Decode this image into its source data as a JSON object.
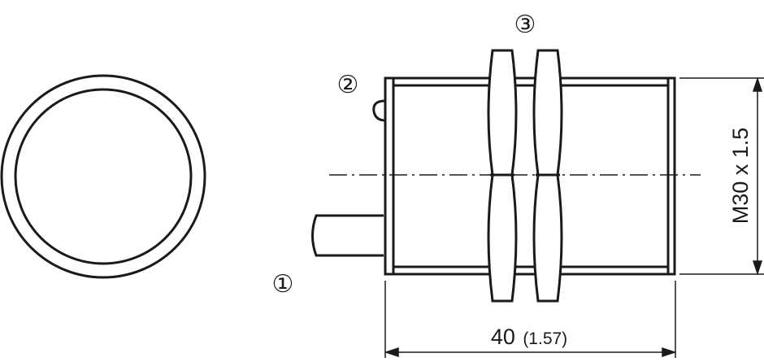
{
  "callouts": {
    "one": "①",
    "two": "②",
    "three": "③"
  },
  "dimensions": {
    "length_value": "40",
    "length_inch": "(1.57)",
    "thread": "M30 x 1.5"
  },
  "colors": {
    "stroke": "#1a1a1a",
    "background": "#ffffff"
  }
}
